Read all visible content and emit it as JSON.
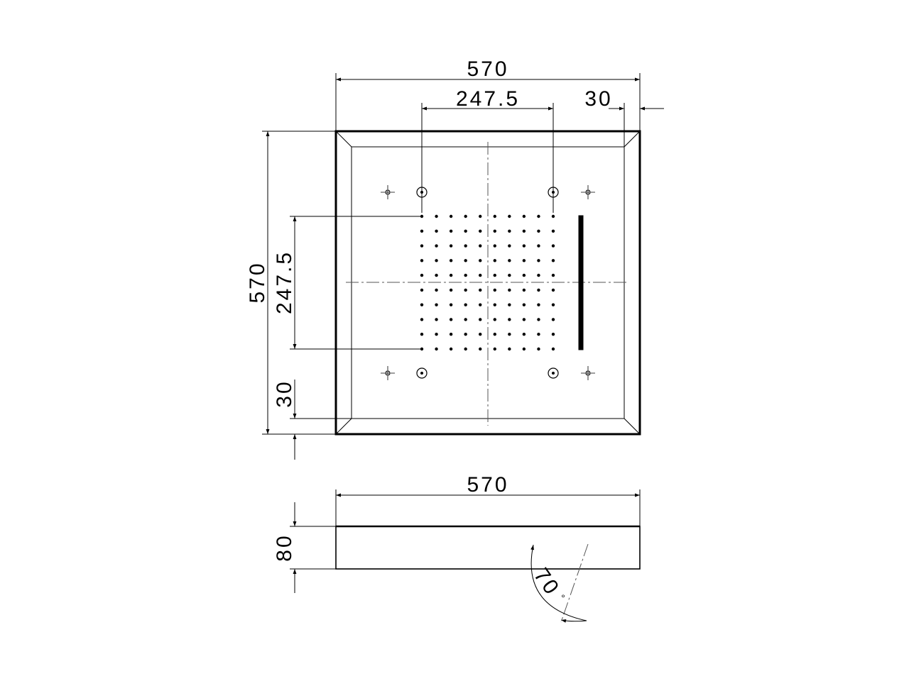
{
  "drawing": {
    "top_view": {
      "width_label": "570",
      "height_label": "570",
      "nozzle_grid_width_label": "247.5",
      "nozzle_grid_height_label": "247.5",
      "frame_right_label": "30",
      "frame_bottom_label": "30",
      "nozzle_grid": {
        "rows": 10,
        "columns": 10
      }
    },
    "side_view": {
      "width_label": "570",
      "thickness_label": "80",
      "angle_label": "70",
      "angle_unit": "°"
    }
  }
}
